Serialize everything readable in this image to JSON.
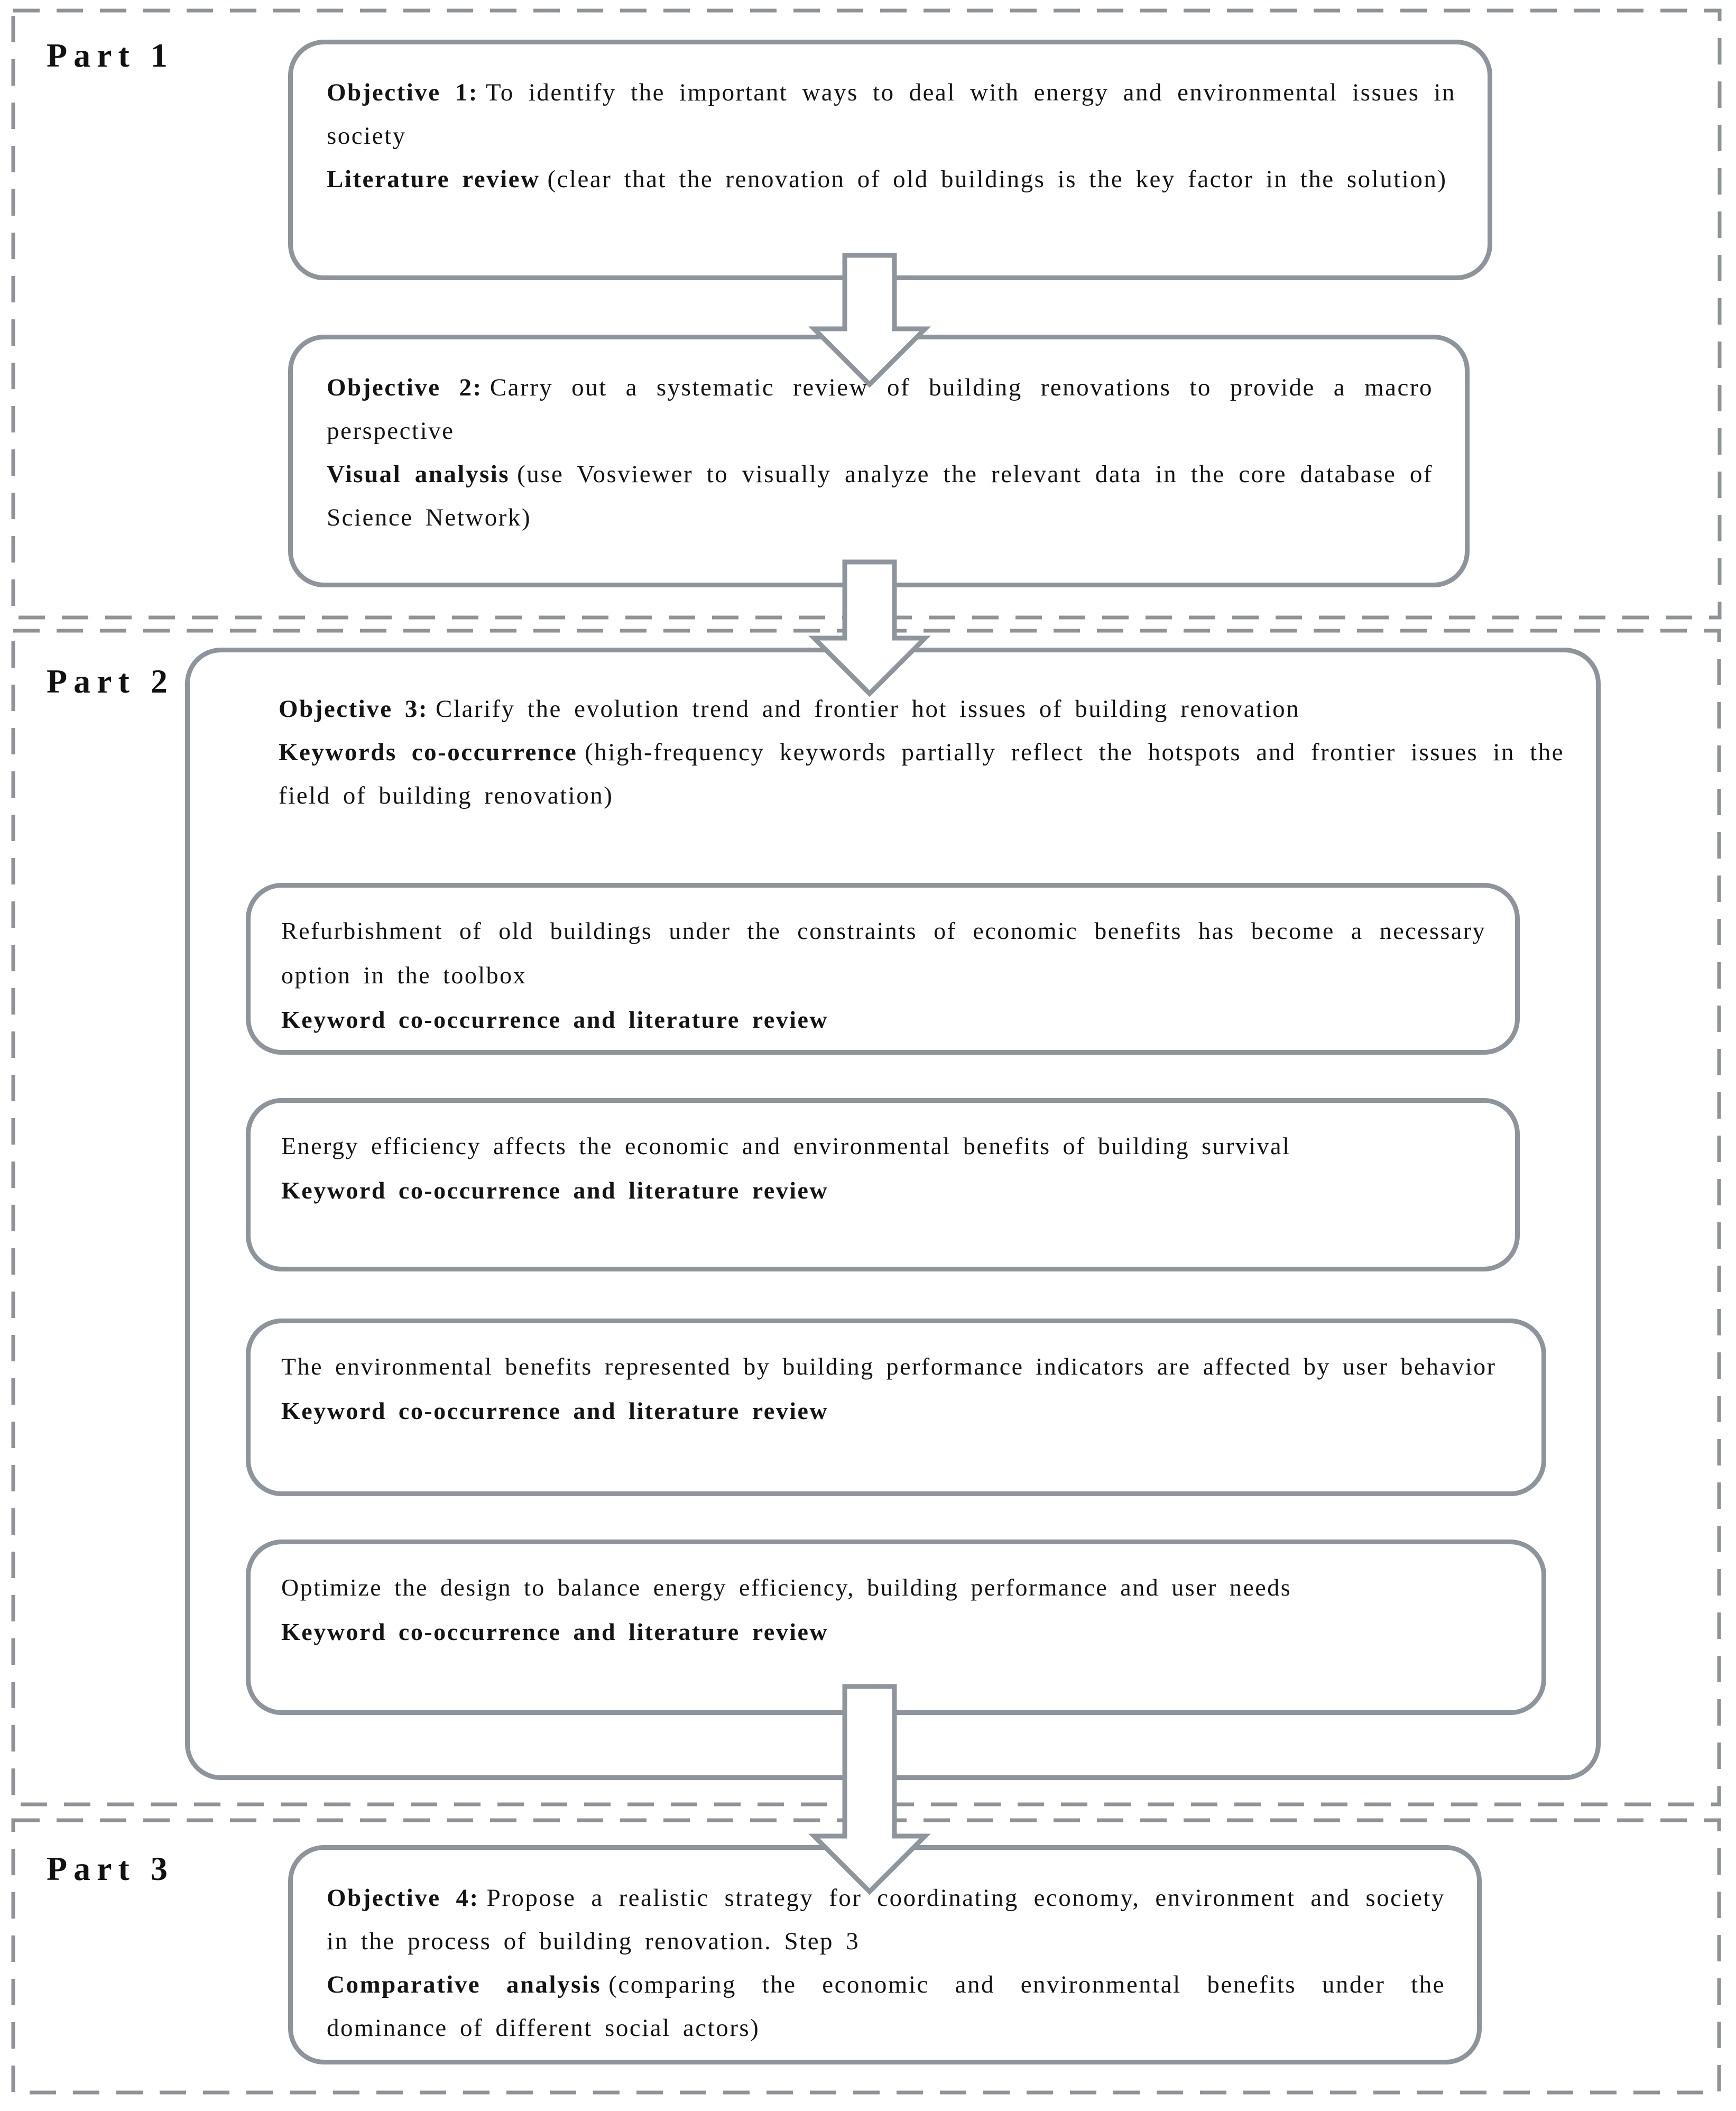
{
  "parts": [
    {
      "label": "Part 1",
      "boxes": [
        {
          "objective_label": "Objective 1:",
          "objective_text": "To identify the important ways to deal with energy and environmental issues in society",
          "method_label": "Literature review",
          "method_text": "(clear that the renovation of old buildings is the key factor in the solution)"
        },
        {
          "objective_label": "Objective 2:",
          "objective_text": "Carry out a systematic review of building renovations to provide a macro perspective",
          "method_label": "Visual analysis",
          "method_text": "(use Vosviewer to visually analyze the relevant data in the core database of Science Network)"
        }
      ]
    },
    {
      "label": "Part 2",
      "container": {
        "objective_label": "Objective 3:",
        "objective_text": "Clarify the evolution trend and frontier hot issues of building renovation",
        "method_label": "Keywords co-occurrence",
        "method_text": "(high-frequency keywords partially reflect the hotspots and frontier issues in the field of building renovation)",
        "findings": [
          {
            "text": "Refurbishment of old buildings under the constraints of economic benefits has become a necessary option in the toolbox",
            "method": "Keyword co-occurrence and literature review"
          },
          {
            "text": "Energy efficiency affects the economic and environmental benefits of building survival",
            "method": "Keyword co-occurrence and literature review"
          },
          {
            "text": "The environmental benefits represented by building performance indicators are affected by user behavior",
            "method": "Keyword co-occurrence and literature review"
          },
          {
            "text": "Optimize the design to balance energy efficiency, building performance and user needs",
            "method": "Keyword co-occurrence and literature review"
          }
        ]
      }
    },
    {
      "label": "Part 3",
      "boxes": [
        {
          "objective_label": "Objective 4:",
          "objective_text": "Propose a realistic strategy for coordinating economy, environment and society in the process of building renovation. Step 3",
          "method_label": "Comparative analysis",
          "method_text": "(comparing the economic and environmental benefits under the dominance of different social actors)"
        }
      ]
    }
  ],
  "colors": {
    "box_border": "#8d949b",
    "dashed_border": "#8f9296",
    "arrow_outline": "#8e959c",
    "text": "#141414",
    "background": "#ffffff"
  }
}
